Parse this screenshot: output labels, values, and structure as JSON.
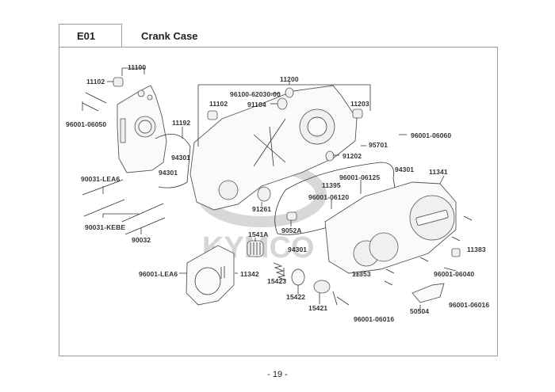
{
  "page": {
    "section_code": "E01",
    "section_title": "Crank Case",
    "page_number": "- 19 -",
    "watermark": "KYMCO"
  },
  "parts": [
    {
      "id": "p11100",
      "label": "11100"
    },
    {
      "id": "p11102a",
      "label": "11102"
    },
    {
      "id": "p96001-06050",
      "label": "96001-06050"
    },
    {
      "id": "p11192",
      "label": "11192"
    },
    {
      "id": "p94301a",
      "label": "94301"
    },
    {
      "id": "p94301b",
      "label": "94301"
    },
    {
      "id": "p90031-LEA6",
      "label": "90031-LEA6"
    },
    {
      "id": "p90031-KEBE",
      "label": "90031-KEBE"
    },
    {
      "id": "p90032",
      "label": "90032"
    },
    {
      "id": "p11200",
      "label": "11200"
    },
    {
      "id": "p96100-62030-00",
      "label": "96100-62030-00"
    },
    {
      "id": "p91104",
      "label": "91104"
    },
    {
      "id": "p11102b",
      "label": "11102"
    },
    {
      "id": "p11203",
      "label": "11203"
    },
    {
      "id": "p95701",
      "label": "95701"
    },
    {
      "id": "p96001-06060",
      "label": "96001-06060"
    },
    {
      "id": "p91202",
      "label": "91202"
    },
    {
      "id": "p94301c",
      "label": "94301"
    },
    {
      "id": "p11341",
      "label": "11341"
    },
    {
      "id": "p96001-06125",
      "label": "96001-06125"
    },
    {
      "id": "p11395",
      "label": "11395"
    },
    {
      "id": "p96001-06120",
      "label": "96001-06120"
    },
    {
      "id": "p91261",
      "label": "91261"
    },
    {
      "id": "p9052A",
      "label": "9052A"
    },
    {
      "id": "p1541A",
      "label": "1541A"
    },
    {
      "id": "p94301d",
      "label": "94301"
    },
    {
      "id": "p11383",
      "label": "11383"
    },
    {
      "id": "p96001-LEA6",
      "label": "96001-LEA6"
    },
    {
      "id": "p11342",
      "label": "11342"
    },
    {
      "id": "p15423",
      "label": "15423"
    },
    {
      "id": "p15422",
      "label": "15422"
    },
    {
      "id": "p15421",
      "label": "15421"
    },
    {
      "id": "p11353",
      "label": "11353"
    },
    {
      "id": "p96001-06040",
      "label": "96001-06040"
    },
    {
      "id": "p50504",
      "label": "50504"
    },
    {
      "id": "p96001-06016a",
      "label": "96001-06016"
    },
    {
      "id": "p96001-06016b",
      "label": "96001-06016"
    }
  ]
}
